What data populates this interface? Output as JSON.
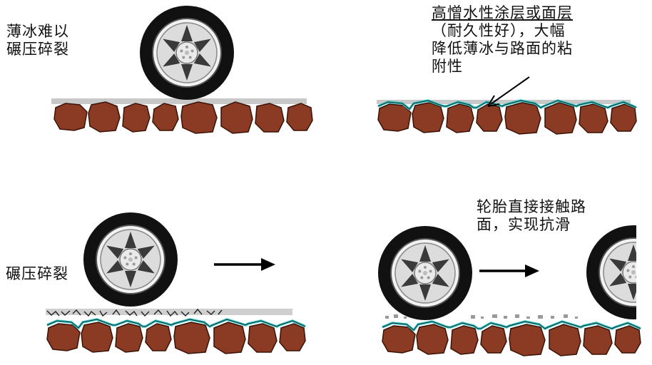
{
  "panels": {
    "top_left": {
      "label": "薄冰难以\n碾压碎裂"
    },
    "top_right": {
      "label_line1": "高憎水性涂层或面层",
      "label_rest": "（耐久性好），大幅\n降低薄冰与路面的粘\n附性"
    },
    "bottom_left": {
      "label": "碾压碎裂"
    },
    "bottom_right": {
      "label": "轮胎直接接触路\n面，实现抗滑"
    }
  },
  "colors": {
    "stone": "#8b3b23",
    "stone_edge": "#3a1206",
    "coating": "#3ec9c9",
    "ice": "#cfcfcf",
    "tire": "#111111",
    "rim": "#d8d8d8"
  }
}
